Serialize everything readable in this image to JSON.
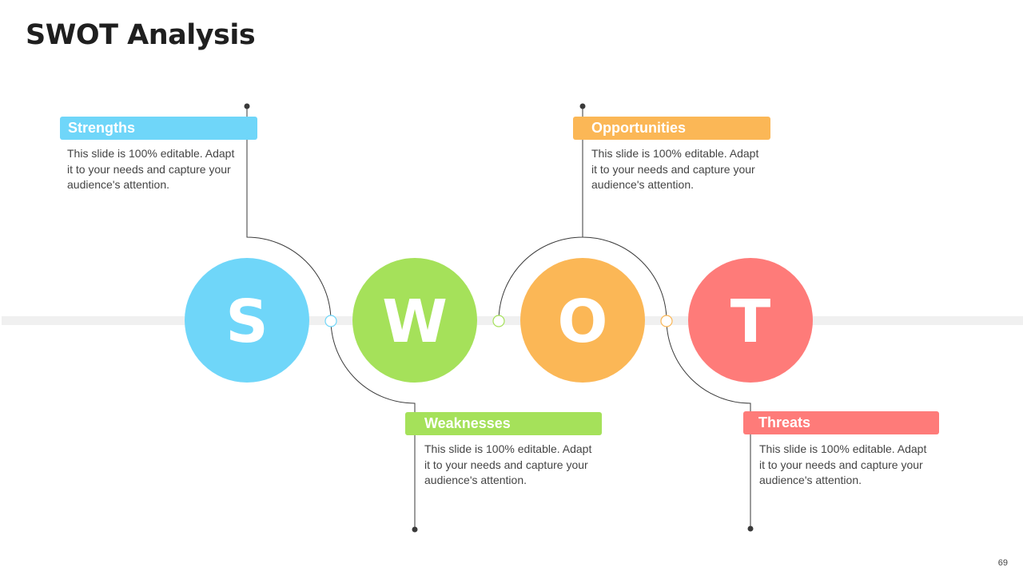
{
  "slide": {
    "title": "SWOT Analysis",
    "page_number": "69"
  },
  "colors": {
    "strengths": "#6fd6f9",
    "weaknesses": "#a5e15a",
    "opportunities": "#fbb756",
    "threats": "#fe7b79",
    "line": "#3a3a3a",
    "band": "#f0f0f0"
  },
  "swot": {
    "strengths": {
      "letter": "S",
      "label": "Strengths",
      "description": "This slide is 100% editable. Adapt it to your needs and capture your audience's attention."
    },
    "weaknesses": {
      "letter": "W",
      "label": "Weaknesses",
      "description": "This slide is 100% editable. Adapt it to your needs and capture your audience's attention."
    },
    "opportunities": {
      "letter": "O",
      "label": "Opportunities",
      "description": "This slide is 100% editable. Adapt it to your needs and capture your audience's attention."
    },
    "threats": {
      "letter": "T",
      "label": "Threats",
      "description": "This slide is 100% editable. Adapt it to your needs and capture your audience's attention."
    }
  }
}
